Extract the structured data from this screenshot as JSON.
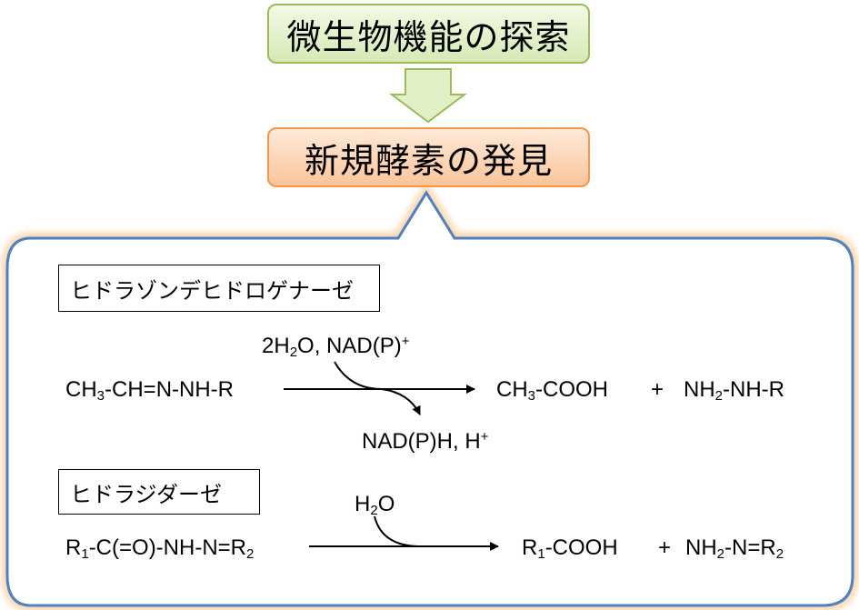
{
  "flow": {
    "step1": "微生物機能の探索",
    "step2": "新規酵素の発見"
  },
  "enzyme1": {
    "name": "ヒドラゾンデヒドロゲナーゼ",
    "cofactor_in": {
      "a": "2H",
      "a_sub": "2",
      "b": "O, NAD(P)",
      "b_sup": "+"
    },
    "cofactor_out": {
      "a": "NAD(P)H, H",
      "a_sup": "+"
    },
    "substrate": {
      "a": "CH",
      "a_sub": "3",
      "b": "-CH=N-NH-R"
    },
    "product1": {
      "a": "CH",
      "a_sub": "3",
      "b": "-COOH"
    },
    "plus": "+",
    "product2": {
      "a": "NH",
      "a_sub": "2",
      "b": "-NH-R"
    }
  },
  "enzyme2": {
    "name": "ヒドラジダーゼ",
    "cofactor_in": {
      "a": "H",
      "a_sub": "2",
      "b": "O"
    },
    "substrate": {
      "a": "R",
      "a_sub": "1",
      "b": "-C(=O)-NH-N=R",
      "b_sub": "2"
    },
    "product1": {
      "a": "R",
      "a_sub": "1",
      "b": "-COOH"
    },
    "plus": "+",
    "product2": {
      "a": "NH",
      "a_sub": "2",
      "b": "-N=R",
      "b_sub": "2"
    }
  },
  "colors": {
    "callout_border": "#4f81bd",
    "callout_glow": "#fbd3a8",
    "green_box": "#d7e9b4",
    "orange_box": "#fbc59a",
    "arrow_fill": "#e2f0c8"
  }
}
